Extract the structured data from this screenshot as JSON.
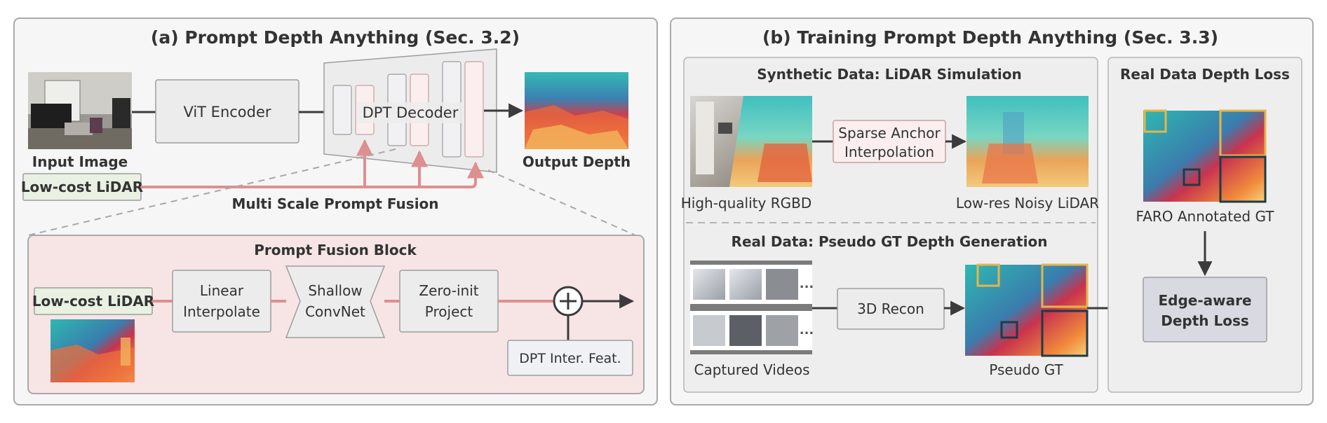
{
  "panel_a": {
    "title": "(a) Prompt Depth Anything (Sec. 3.2)",
    "input_image_label": "Input Image",
    "vit_encoder": "ViT Encoder",
    "dpt_decoder": "DPT Decoder",
    "output_depth_label": "Output Depth",
    "lidar_label": "Low-cost LiDAR",
    "fusion_label": "Multi Scale Prompt Fusion",
    "fusion_block": {
      "title": "Prompt Fusion Block",
      "lidar_label": "Low-cost LiDAR",
      "linear_line1": "Linear",
      "linear_line2": "Interpolate",
      "shallow_line1": "Shallow",
      "shallow_line2": "ConvNet",
      "zero_line1": "Zero-init",
      "zero_line2": "Project",
      "dpt_feat": "DPT Inter. Feat."
    }
  },
  "panel_b": {
    "title": "(b) Training Prompt Depth Anything (Sec. 3.3)",
    "synthetic_title": "Synthetic Data: LiDAR Simulation",
    "rgbd_label": "High-quality RGBD",
    "sparse_line1": "Sparse Anchor",
    "sparse_line2": "Interpolation",
    "noisy_label": "Low-res Noisy LiDAR",
    "real_title": "Real Data: Pseudo GT Depth Generation",
    "videos_label": "Captured Videos",
    "ellipsis": "...",
    "recon": "3D Recon",
    "pseudo_label": "Pseudo GT",
    "real_loss_title": "Real Data Depth Loss",
    "faro_label": "FARO Annotated GT",
    "edge_line1": "Edge-aware",
    "edge_line2": "Depth Loss"
  },
  "colors": {
    "prompt_line": "#de8f8f",
    "dark_line": "#3b3b3b",
    "box_fill": "#ececec",
    "lidar_fill": "#e8f1e2",
    "fusion_fill": "#f7e5e5",
    "edge_loss_fill": "#d9d9e1",
    "highlight_yellow": "#e6b54a",
    "highlight_dark": "#1e3b46"
  }
}
